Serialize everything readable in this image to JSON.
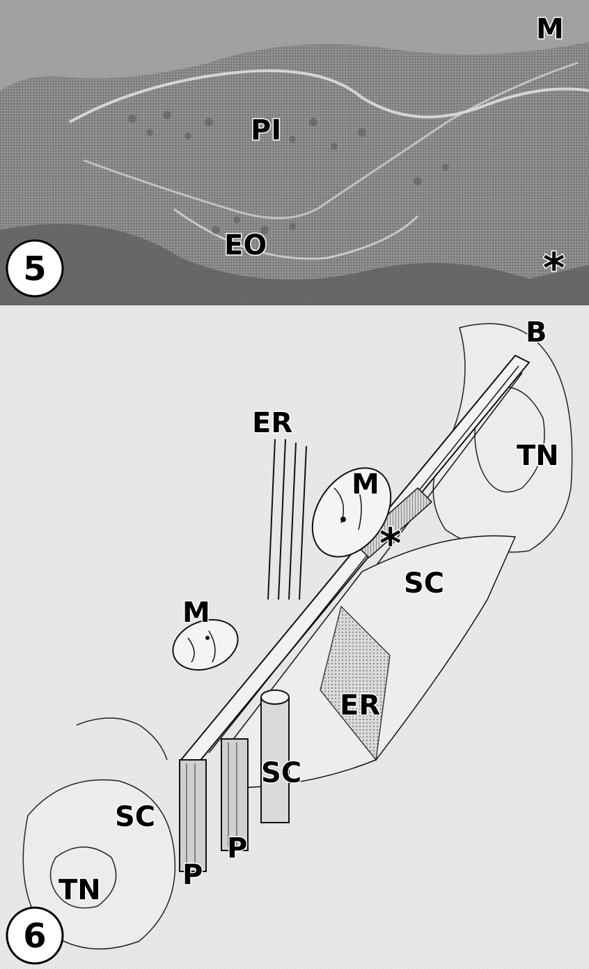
{
  "panel5": {
    "number": "5",
    "labels": {
      "m": "M",
      "pi": "PI",
      "eo": "EO",
      "asterisk": "*"
    }
  },
  "panel6": {
    "number": "6",
    "labels": {
      "b": "B",
      "er_top": "ER",
      "m_upper": "M",
      "tn_right": "TN",
      "asterisk": "*",
      "sc_right": "SC",
      "m_lower": "M",
      "er_lower": "ER",
      "sc_mid": "SC",
      "sc_left": "SC",
      "tn_left": "TN",
      "p_left": "P",
      "p_right": "P"
    }
  },
  "colors": {
    "photo_dark": "#6a6a6a",
    "photo_light": "#a8a8a8",
    "drawing_bg": "#e6e6e6",
    "ink": "#000000"
  }
}
